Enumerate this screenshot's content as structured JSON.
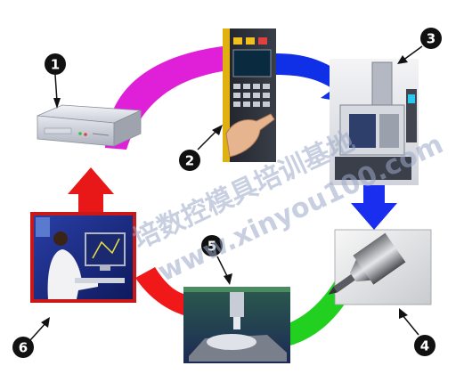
{
  "diagram": {
    "steps": [
      {
        "number": "1",
        "depicts": "server-unit"
      },
      {
        "number": "2",
        "depicts": "cnc-control-panel"
      },
      {
        "number": "3",
        "depicts": "machining-center"
      },
      {
        "number": "4",
        "depicts": "cutting-tool"
      },
      {
        "number": "5",
        "depicts": "machining-workpiece"
      },
      {
        "number": "6",
        "depicts": "cad-workstation"
      }
    ],
    "arrow_colors": {
      "server_to_panel": "#e020d8",
      "panel_to_machine": "#1030e8",
      "machine_to_tool": "#1a2ef0",
      "tool_to_workpiece": "#22d020",
      "workpiece_to_workstation": "#f01818",
      "workstation_to_server": "#e81818"
    }
  },
  "watermark": {
    "line1": "培数控模具培训基地",
    "line2": "www.xinyou100.com"
  }
}
